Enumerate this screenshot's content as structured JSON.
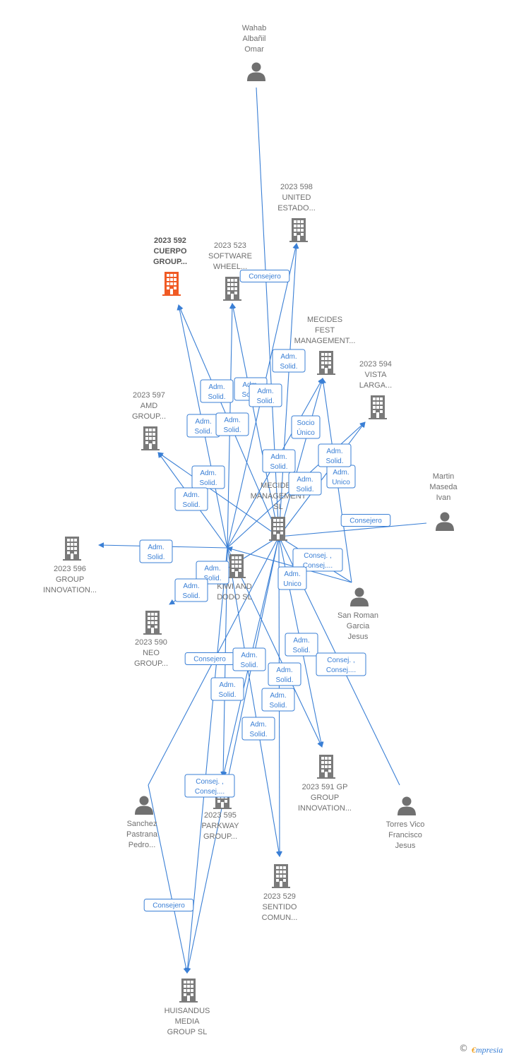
{
  "colors": {
    "edge": "#3a7fd5",
    "company_icon": "#7a7a7a",
    "company_highlight": "#f05a24",
    "person_icon": "#707070",
    "badge_text": "#3a7fd5"
  },
  "nodes": [
    {
      "id": "wahab",
      "kind": "person",
      "label": [
        "Wahab",
        "Albañil",
        "Omar"
      ]
    },
    {
      "id": "united",
      "kind": "company",
      "label": [
        "2023 598",
        "UNITED",
        "ESTADO..."
      ]
    },
    {
      "id": "cuerpo",
      "kind": "company",
      "highlight": true,
      "label": [
        "2023 592",
        "CUERPO",
        "GROUP..."
      ]
    },
    {
      "id": "software",
      "kind": "company",
      "label": [
        "2023 523",
        "SOFTWARE",
        "WHEEL..."
      ]
    },
    {
      "id": "mecidesfest",
      "kind": "company",
      "label": [
        "MECIDES",
        "FEST",
        "MANAGEMENT..."
      ]
    },
    {
      "id": "vista",
      "kind": "company",
      "label": [
        "2023 594",
        "VISTA",
        "LARGA..."
      ]
    },
    {
      "id": "amd",
      "kind": "company",
      "label": [
        "2023 597",
        "AMD",
        "GROUP..."
      ]
    },
    {
      "id": "martin",
      "kind": "person",
      "label": [
        "Martin",
        "Maseda",
        "Ivan"
      ]
    },
    {
      "id": "mecidesmgmt",
      "kind": "company",
      "label": [
        "MECIDES",
        "MANAGEMENT",
        "SL"
      ]
    },
    {
      "id": "g596",
      "kind": "company",
      "label": [
        "2023 596",
        "GROUP",
        "INNOVATION..."
      ]
    },
    {
      "id": "kiwi",
      "kind": "company",
      "label": [
        "KIWI AND",
        "DODO  SL"
      ]
    },
    {
      "id": "sanroman",
      "kind": "person",
      "label": [
        "San Roman",
        "Garcia",
        "Jesus"
      ]
    },
    {
      "id": "neo",
      "kind": "company",
      "label": [
        "2023 590",
        "NEO",
        "GROUP..."
      ]
    },
    {
      "id": "gp591",
      "kind": "company",
      "label": [
        "2023 591 GP",
        "GROUP",
        "INNOVATION..."
      ]
    },
    {
      "id": "sanchez",
      "kind": "person",
      "label": [
        "Sanchez",
        "Pastrana",
        "Pedro..."
      ]
    },
    {
      "id": "parkway",
      "kind": "company",
      "label": [
        "2023 595",
        "PARKWAY",
        "GROUP..."
      ]
    },
    {
      "id": "torres",
      "kind": "person",
      "label": [
        "Torres Vico",
        "Francisco",
        "Jesus"
      ]
    },
    {
      "id": "sentido",
      "kind": "company",
      "label": [
        "2023 529",
        "SENTIDO",
        "COMUN..."
      ]
    },
    {
      "id": "huisandus",
      "kind": "company",
      "label": [
        "HUISANDUS",
        "MEDIA",
        "GROUP  SL"
      ]
    }
  ],
  "edges": [
    {
      "from": "wahab",
      "to": "mecidesmgmt"
    },
    {
      "from": "kiwi",
      "to": "cuerpo"
    },
    {
      "from": "mecidesmgmt",
      "to": "cuerpo"
    },
    {
      "from": "kiwi",
      "to": "software"
    },
    {
      "from": "mecidesmgmt",
      "to": "software"
    },
    {
      "from": "kiwi",
      "to": "united"
    },
    {
      "from": "mecidesmgmt",
      "to": "united"
    },
    {
      "from": "kiwi",
      "to": "mecidesfest"
    },
    {
      "from": "mecidesmgmt",
      "to": "mecidesfest"
    },
    {
      "from": "sanroman",
      "to": "mecidesfest"
    },
    {
      "from": "kiwi",
      "to": "vista"
    },
    {
      "from": "mecidesmgmt",
      "to": "vista"
    },
    {
      "from": "kiwi",
      "to": "amd"
    },
    {
      "from": "mecidesmgmt",
      "to": "amd"
    },
    {
      "from": "martin",
      "to": "mecidesmgmt"
    },
    {
      "from": "kiwi",
      "to": "g596"
    },
    {
      "from": "mecidesmgmt",
      "to": "neo"
    },
    {
      "from": "sanroman",
      "to": "mecidesmgmt"
    },
    {
      "from": "sanroman",
      "to": "kiwi"
    },
    {
      "from": "kiwi",
      "to": "gp591"
    },
    {
      "from": "mecidesmgmt",
      "to": "gp591"
    },
    {
      "from": "torres",
      "to": "mecidesmgmt"
    },
    {
      "from": "sanchez",
      "to": "mecidesmgmt"
    },
    {
      "from": "kiwi",
      "to": "parkway"
    },
    {
      "from": "mecidesmgmt",
      "to": "parkway"
    },
    {
      "from": "kiwi",
      "to": "sentido"
    },
    {
      "from": "mecidesmgmt",
      "to": "sentido"
    },
    {
      "from": "sanchez",
      "to": "huisandus"
    },
    {
      "from": "kiwi",
      "to": "huisandus"
    },
    {
      "from": "mecidesmgmt",
      "to": "huisandus"
    }
  ],
  "badges": [
    {
      "lines": [
        "Consejero"
      ]
    },
    {
      "lines": [
        "Adm.",
        "Solid."
      ]
    },
    {
      "lines": [
        "Adm.",
        "Solid."
      ]
    },
    {
      "lines": [
        "Adm.",
        "Solid."
      ]
    },
    {
      "lines": [
        "Adm.",
        "Solid."
      ]
    },
    {
      "lines": [
        "Adm.",
        "Solid."
      ]
    },
    {
      "lines": [
        "Adm.",
        "Solid."
      ]
    },
    {
      "lines": [
        "Socio",
        "Único"
      ]
    },
    {
      "lines": [
        "Adm.",
        "Solid."
      ]
    },
    {
      "lines": [
        "Adm.",
        "Solid."
      ]
    },
    {
      "lines": [
        "Adm.",
        "Solid."
      ]
    },
    {
      "lines": [
        "Adm.",
        "Unico"
      ]
    },
    {
      "lines": [
        "Adm.",
        "Solid."
      ]
    },
    {
      "lines": [
        "Adm.",
        "Solid."
      ]
    },
    {
      "lines": [
        "Consejero"
      ]
    },
    {
      "lines": [
        "Adm.",
        "Solid."
      ]
    },
    {
      "lines": [
        "Consej. ,",
        "Consej...."
      ]
    },
    {
      "lines": [
        "Adm.",
        "Solid."
      ]
    },
    {
      "lines": [
        "Adm.",
        "Unico"
      ]
    },
    {
      "lines": [
        "Adm.",
        "Solid."
      ]
    },
    {
      "lines": [
        "Adm.",
        "Solid."
      ]
    },
    {
      "lines": [
        "Consejero"
      ]
    },
    {
      "lines": [
        "Adm.",
        "Solid."
      ]
    },
    {
      "lines": [
        "Consej. ,",
        "Consej...."
      ]
    },
    {
      "lines": [
        "Adm.",
        "Solid."
      ]
    },
    {
      "lines": [
        "Adm.",
        "Solid."
      ]
    },
    {
      "lines": [
        "Adm.",
        "Solid."
      ]
    },
    {
      "lines": [
        "Adm.",
        "Solid."
      ]
    },
    {
      "lines": [
        "Consej. ,",
        "Consej...."
      ]
    },
    {
      "lines": [
        "Consejero"
      ]
    }
  ],
  "footer": {
    "copyright": "©",
    "brand_first": "€",
    "brand_rest": "mpresia"
  }
}
